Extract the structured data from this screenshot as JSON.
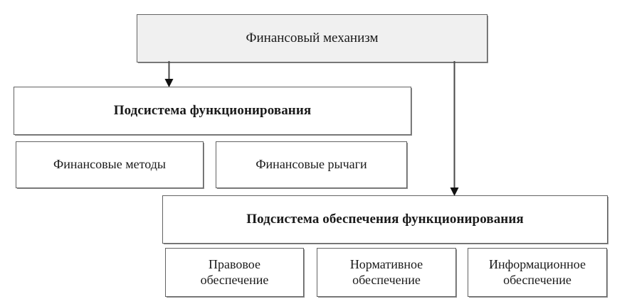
{
  "diagram": {
    "title": "Финансовый механизм",
    "language": "ru",
    "root": {
      "id": "financial-mechanism",
      "label": "Финансовый механизм"
    },
    "branches": [
      {
        "id": "functioning-subsystem",
        "label": "Подсистема функционирования",
        "children": [
          {
            "id": "financial-methods",
            "label": "Финансовые методы"
          },
          {
            "id": "financial-levers",
            "label": "Финансовые рычаги"
          }
        ]
      },
      {
        "id": "support-subsystem",
        "label": "Подсистема обеспечения функционирования",
        "children": [
          {
            "id": "legal-support",
            "label": "Правовое\nобеспечение"
          },
          {
            "id": "regulatory-support",
            "label": "Нормативное\nобеспечение"
          },
          {
            "id": "information-support",
            "label": "Информационное\nобеспечение"
          }
        ]
      }
    ],
    "connectors": [
      {
        "id": "root-to-functioning",
        "from": "financial-mechanism",
        "to": "functioning-subsystem"
      },
      {
        "id": "root-to-support",
        "from": "financial-mechanism",
        "to": "support-subsystem"
      }
    ],
    "colors": {
      "root_fill": "#f0f0f0",
      "node_fill": "#ffffff",
      "border": "#636363",
      "shadow": "#8d8d8d",
      "arrow": "#4a4a4a",
      "text": "#1a1a1a"
    }
  }
}
